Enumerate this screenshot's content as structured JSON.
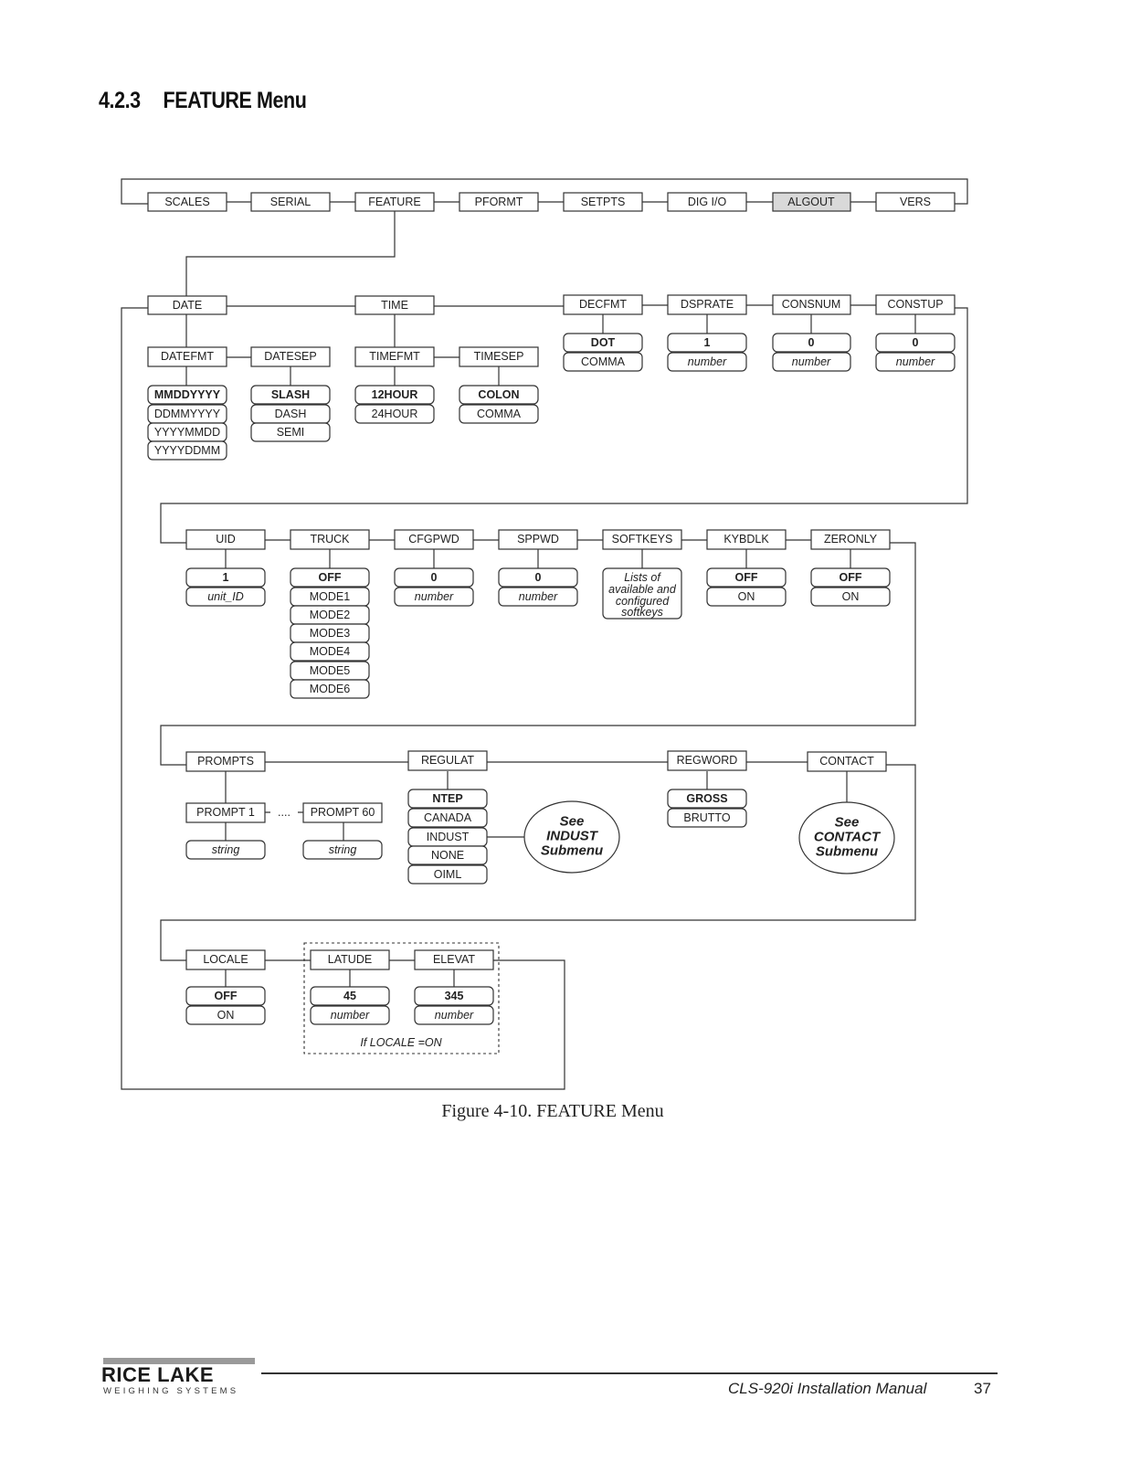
{
  "heading": {
    "number": "4.2.3",
    "title": "FEATURE Menu"
  },
  "top_menu": [
    "SCALES",
    "SERIAL",
    "FEATURE",
    "PFORMT",
    "SETPTS",
    "DIG I/O",
    "ALGOUT",
    "VERS"
  ],
  "row1": {
    "date": {
      "label": "DATE",
      "datefmt": "DATEFMT",
      "datefmt_options": [
        "MMDDYYYY",
        "DDMMYYYY",
        "YYYYMMDD",
        "YYYYDDMM"
      ],
      "datesep": "DATESEP",
      "datesep_options": [
        "SLASH",
        "DASH",
        "SEMI"
      ]
    },
    "time": {
      "label": "TIME",
      "timefmt": "TIMEFMT",
      "timefmt_options": [
        "12HOUR",
        "24HOUR"
      ],
      "timesep": "TIMESEP",
      "timesep_options": [
        "COLON",
        "COMMA"
      ]
    },
    "decfmt": {
      "label": "DECFMT",
      "options": [
        "DOT",
        "COMMA"
      ]
    },
    "dsprate": {
      "label": "DSPRATE",
      "options": [
        "1",
        "number"
      ]
    },
    "consnum": {
      "label": "CONSNUM",
      "options": [
        "0",
        "number"
      ]
    },
    "constup": {
      "label": "CONSTUP",
      "options": [
        "0",
        "number"
      ]
    }
  },
  "row2": {
    "uid": {
      "label": "UID",
      "options": [
        "1",
        "unit_ID"
      ]
    },
    "truck": {
      "label": "TRUCK",
      "options": [
        "OFF",
        "MODE1",
        "MODE2",
        "MODE3",
        "MODE4",
        "MODE5",
        "MODE6"
      ]
    },
    "cfgpwd": {
      "label": "CFGPWD",
      "options": [
        "0",
        "number"
      ]
    },
    "sppwd": {
      "label": "SPPWD",
      "options": [
        "0",
        "number"
      ]
    },
    "softkeys": {
      "label": "SOFTKEYS",
      "note_lines": [
        "Lists of",
        "available and",
        "configured",
        "softkeys"
      ]
    },
    "kybdlk": {
      "label": "KYBDLK",
      "options": [
        "OFF",
        "ON"
      ]
    },
    "zeronly": {
      "label": "ZERONLY",
      "options": [
        "OFF",
        "ON"
      ]
    }
  },
  "row3": {
    "prompts": {
      "label": "PROMPTS",
      "first": "PROMPT 1",
      "dots": "....",
      "last": "PROMPT 60",
      "value": "string"
    },
    "regulat": {
      "label": "REGULAT",
      "options": [
        "NTEP",
        "CANADA",
        "INDUST",
        "NONE",
        "OIML"
      ],
      "see_lines": [
        "See",
        "INDUST",
        "Submenu"
      ]
    },
    "regword": {
      "label": "REGWORD",
      "options": [
        "GROSS",
        "BRUTTO"
      ]
    },
    "contact": {
      "label": "CONTACT",
      "see_lines": [
        "See",
        "CONTACT",
        "Submenu"
      ]
    }
  },
  "row4": {
    "locale": {
      "label": "LOCALE",
      "options": [
        "OFF",
        "ON"
      ]
    },
    "latude": {
      "label": "LATUDE",
      "options": [
        "45",
        "number"
      ]
    },
    "elevat": {
      "label": "ELEVAT",
      "options": [
        "345",
        "number"
      ]
    },
    "condition": "If LOCALE =ON"
  },
  "caption": "Figure 4-10. FEATURE Menu",
  "footer": {
    "logo_brand": "RICE LAKE",
    "logo_sub": "WEIGHING SYSTEMS",
    "manual": "CLS-920i Installation Manual",
    "page": "37"
  },
  "colors": {
    "line": "#333333",
    "highlight_box": "#d9d9d9",
    "text": "#222222"
  }
}
